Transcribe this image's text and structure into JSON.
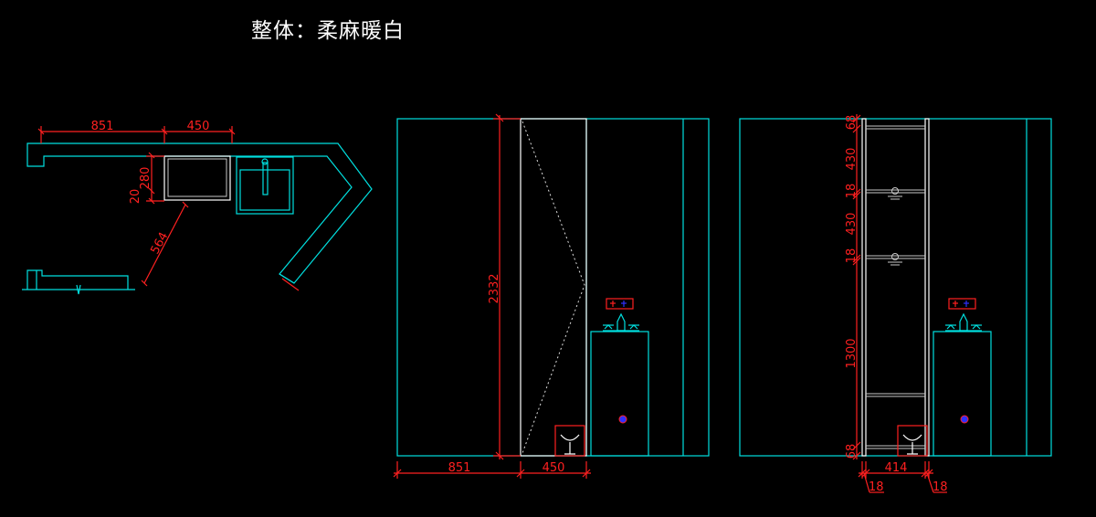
{
  "title": "整体：柔麻暖白",
  "plan": {
    "dims": {
      "d851": "851",
      "d450": "450",
      "d280": "280",
      "d20": "20",
      "d564": "564"
    }
  },
  "elevation_a": {
    "dims": {
      "height": "2332",
      "w851": "851",
      "w450": "450"
    }
  },
  "elevation_b": {
    "dims": {
      "v68_top": "68",
      "v430_a": "430",
      "v18_a": "18",
      "v430_b": "430",
      "v18_b": "18",
      "v1300": "1300",
      "v68_bottom": "68",
      "w414": "414",
      "w18_left": "18",
      "w18_right": "18"
    }
  },
  "colors": {
    "background": "#000000",
    "outline": "#00e0e0",
    "dimension": "#ff2020",
    "title": "#ffffff"
  }
}
